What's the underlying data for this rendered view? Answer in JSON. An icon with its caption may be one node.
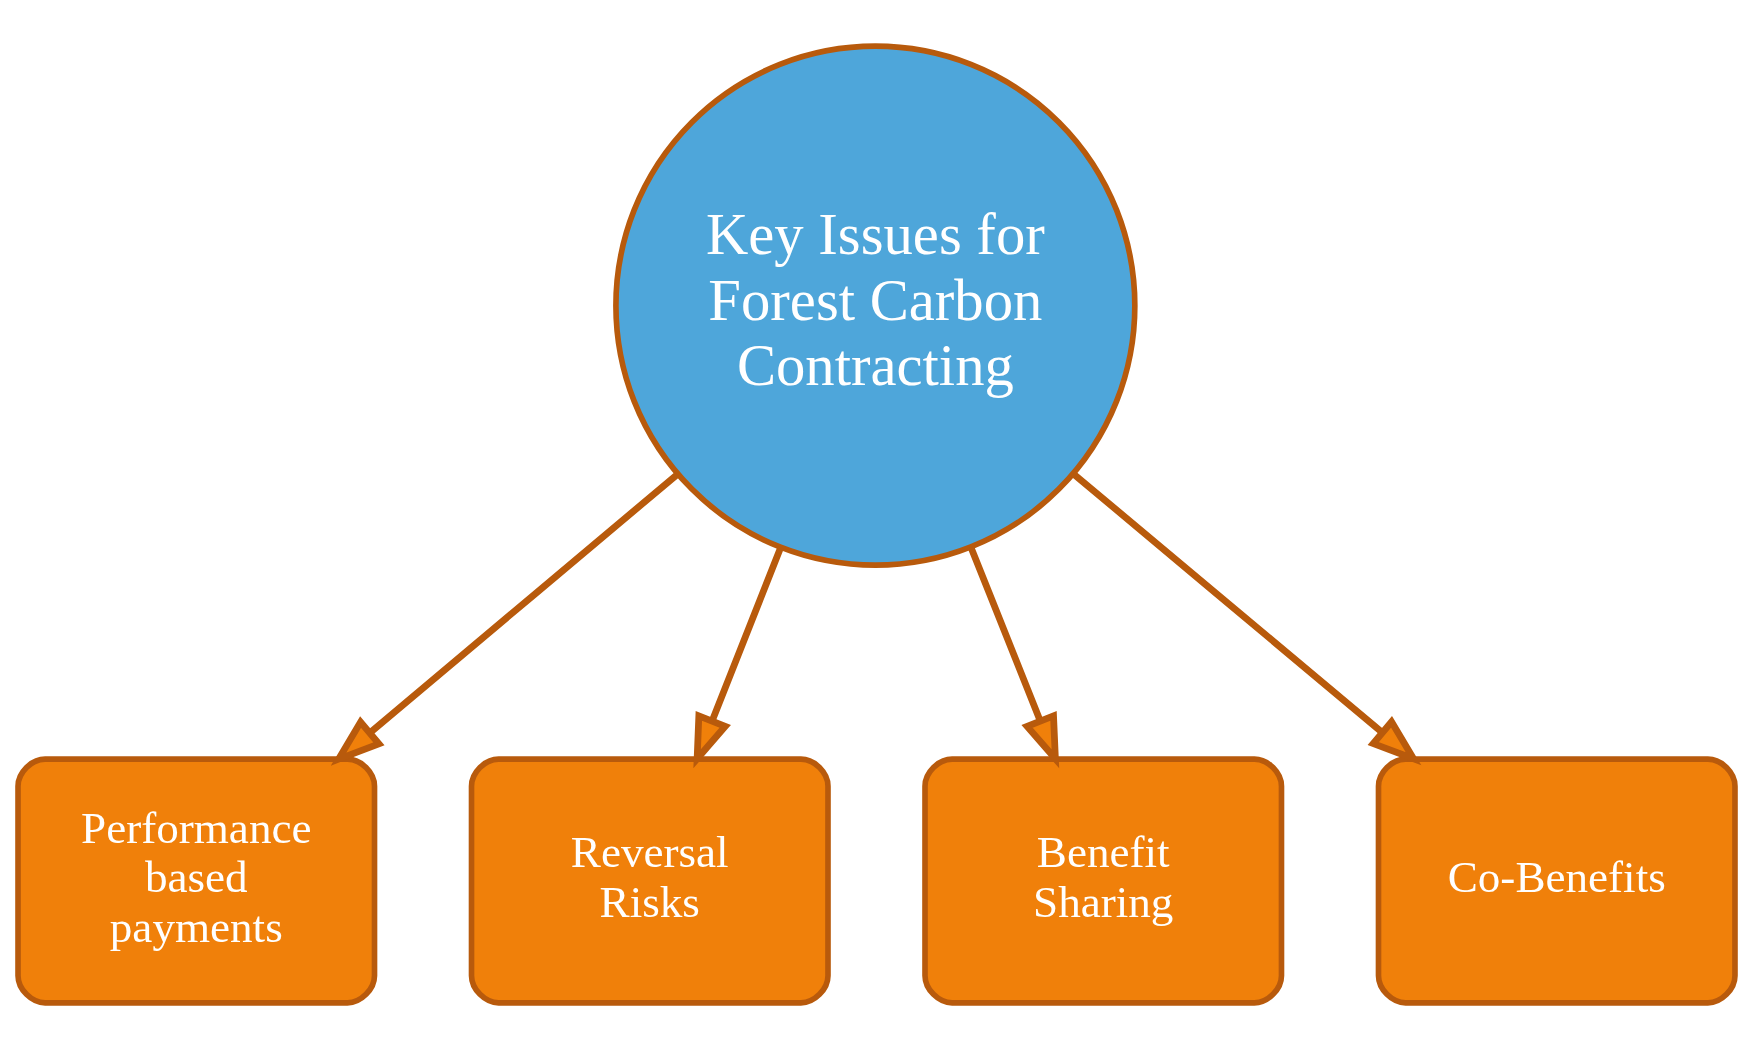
{
  "diagram": {
    "nodes": [
      {
        "text": [
          "Key Issues for Forest Carbon Contracting"
        ]
      },
      {
        "text": [
          "Performance based payments"
        ]
      },
      {
        "text": [
          "Reversal Risks"
        ]
      },
      {
        "text": [
          "Benefit Sharing"
        ]
      },
      {
        "text": [
          "Co-Benefits"
        ]
      }
    ],
    "edges": [
      {
        "from": 0,
        "to": 1,
        "arrow": "to"
      },
      {
        "from": 0,
        "to": 2,
        "arrow": "to"
      },
      {
        "from": 0,
        "to": 3,
        "arrow": "to"
      },
      {
        "from": 0,
        "to": 4,
        "arrow": "to"
      }
    ]
  }
}
